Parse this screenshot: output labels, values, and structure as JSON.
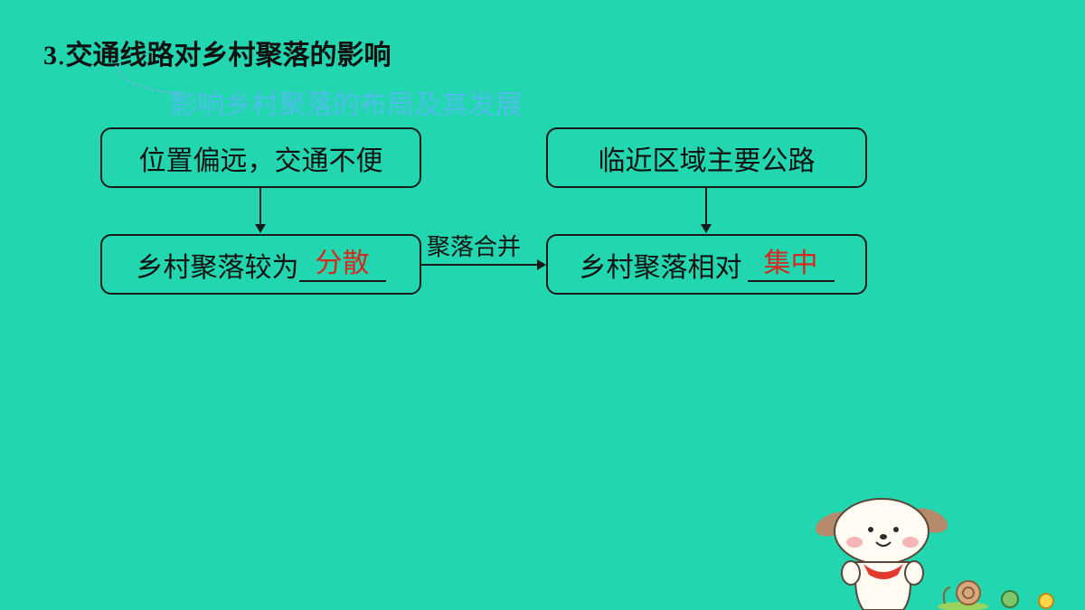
{
  "heading": {
    "number": "3",
    "dot": ".",
    "text": "交通线路对乡村聚落的影响"
  },
  "annotation": "影响乡村聚落的布局及其发展",
  "flowchart": {
    "top_left": "位置偏远，交通不便",
    "top_right": "临近区域主要公路",
    "bottom_left": {
      "prefix": "乡村聚落较为",
      "answer": "分散"
    },
    "bottom_right": {
      "prefix": "乡村聚落相对",
      "answer": "集中"
    },
    "arrow_label": "聚落合并"
  },
  "colors": {
    "background": "#22d6b0",
    "annotation": "#4dbfe8",
    "answer": "#d42a1e",
    "line": "#1a1a1a"
  },
  "decoration": {
    "icon": "cartoon-puppy-icon"
  }
}
